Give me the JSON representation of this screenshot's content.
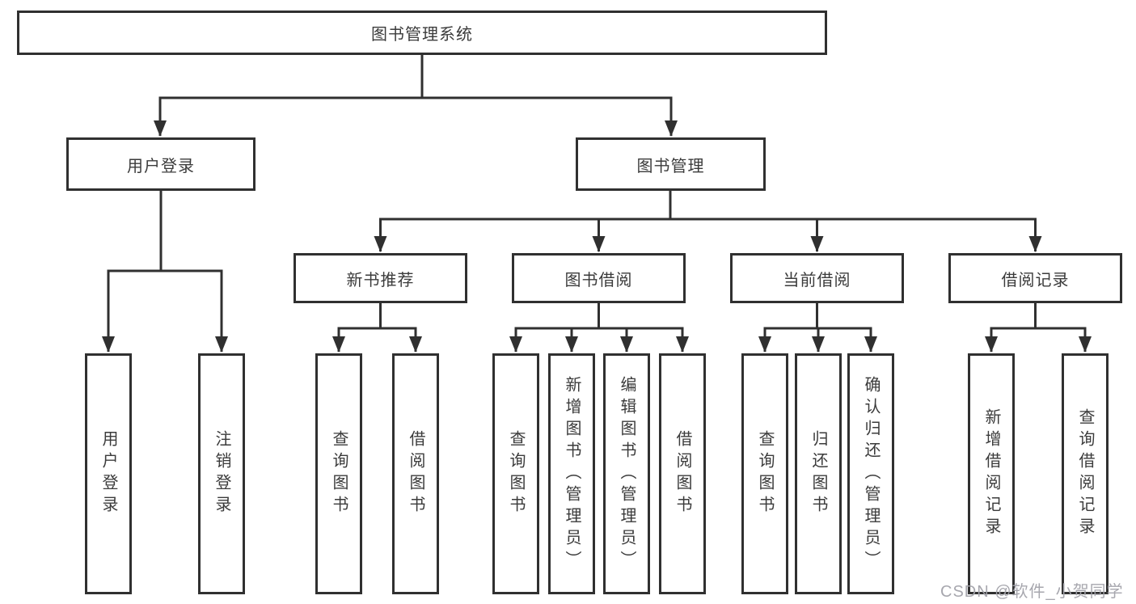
{
  "diagram_title": "图书管理系统",
  "tree": {
    "label": "图书管理系统",
    "children": [
      {
        "label": "用户登录",
        "children": [
          {
            "label": "用户登录"
          },
          {
            "label": "注销登录"
          }
        ]
      },
      {
        "label": "图书管理",
        "children": [
          {
            "label": "新书推荐",
            "children": [
              {
                "label": "查询图书"
              },
              {
                "label": "借阅图书"
              }
            ]
          },
          {
            "label": "图书借阅",
            "children": [
              {
                "label": "查询图书"
              },
              {
                "label": "新增图书（管理员）"
              },
              {
                "label": "编辑图书（管理员）"
              },
              {
                "label": "借阅图书"
              }
            ]
          },
          {
            "label": "当前借阅",
            "children": [
              {
                "label": "查询图书"
              },
              {
                "label": "归还图书"
              },
              {
                "label": "确认归还（管理员）"
              }
            ]
          },
          {
            "label": "借阅记录",
            "children": [
              {
                "label": "新增借阅记录"
              },
              {
                "label": "查询借阅记录"
              }
            ]
          }
        ]
      }
    ]
  },
  "watermark": {
    "text": "CSDN @软件_小贺同学",
    "color": "#a2a2aa"
  },
  "colors": {
    "line": "#303030",
    "box_border": "#303030",
    "text": "#3b3b3b",
    "background": "#ffffff"
  }
}
